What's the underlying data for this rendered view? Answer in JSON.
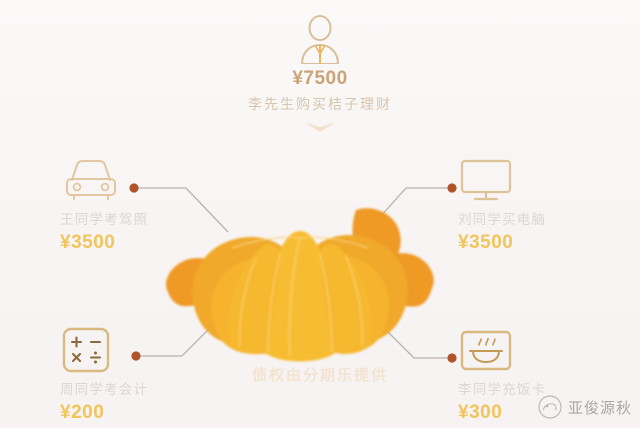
{
  "meta": {
    "background_color": "#f8f6f5",
    "accent_orange": "#f0a92a",
    "accent_orange_dark": "#f09a28",
    "accent_gold": "#f2c45c",
    "label_gray": "#ddd6d2",
    "icon_outline": "#d9bd92",
    "connector_color": "#b9b2ad",
    "dot_color": "#b5542a"
  },
  "top_node": {
    "icon": "person-icon",
    "amount": "¥7500",
    "caption": "李先生购买桔子理财",
    "arrow_icon": "chevron-down-icon"
  },
  "nodes": [
    {
      "id": "car",
      "icon": "car-icon",
      "label": "王同学考驾照",
      "amount": "¥3500",
      "side": "left"
    },
    {
      "id": "computer",
      "icon": "monitor-icon",
      "label": "刘同学买电脑",
      "amount": "¥3500",
      "side": "right"
    },
    {
      "id": "account",
      "icon": "calculator-icon",
      "label": "周同学考会计",
      "amount": "¥200",
      "side": "left"
    },
    {
      "id": "meal",
      "icon": "meal-card-icon",
      "label": "李同学充饭卡",
      "amount": "¥300",
      "side": "right"
    }
  ],
  "center": {
    "illustration": "orange-segments-illustration",
    "caption": "债权由分期乐提供"
  },
  "watermark": {
    "icon": "watermark-logo-icon",
    "text": "亚俊源秋"
  },
  "chart_data": {
    "type": "diagram",
    "title": "李先生购买桔子理财",
    "source": {
      "label": "李先生购买桔子理财",
      "value": 7500,
      "currency": "¥"
    },
    "targets": [
      {
        "label": "王同学考驾照",
        "value": 3500,
        "currency": "¥"
      },
      {
        "label": "刘同学买电脑",
        "value": 3500,
        "currency": "¥"
      },
      {
        "label": "周同学考会计",
        "value": 200,
        "currency": "¥"
      },
      {
        "label": "李同学充饭卡",
        "value": 300,
        "currency": "¥"
      }
    ],
    "annotation": "债权由分期乐提供"
  }
}
